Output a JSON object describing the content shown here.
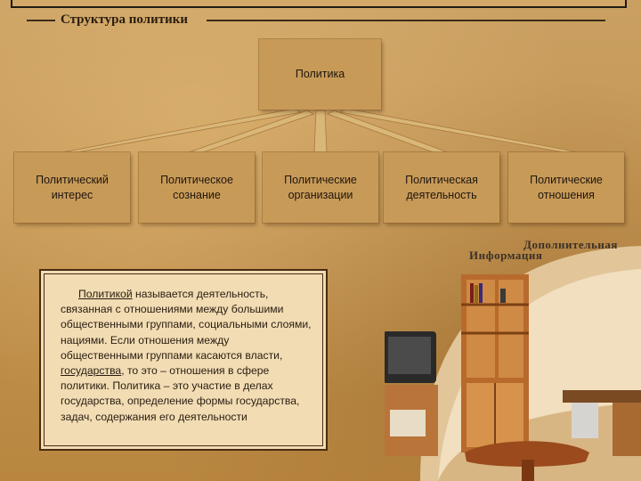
{
  "slide": {
    "title": "Структура политики"
  },
  "diagram": {
    "root": {
      "label": "Политика"
    },
    "children": [
      {
        "id": "interest",
        "label": "Политический интерес"
      },
      {
        "id": "consciousness",
        "label": "Политическое сознание"
      },
      {
        "id": "organizations",
        "label": "Политические организации"
      },
      {
        "id": "activity",
        "label": "Политическая деятельность"
      },
      {
        "id": "relations",
        "label": "Политические отношения"
      }
    ]
  },
  "definition": {
    "term": "Политикой",
    "part1": " называется деятельность, связанная с отношениями между большими общественными группами, социальными слоями, нациями. Если отношения между общественными группами касаются власти, ",
    "link": "государства",
    "part2": ", то это – отношения в сфере политики. Политика – это участие в делах государства, определение формы государства, задач, содержания его деятельности"
  },
  "extra": {
    "line1": "Дополнительная",
    "line2": "Информация"
  },
  "colors": {
    "background": "#c89a55",
    "box": "#c89a58",
    "panel": "#f1dcb3",
    "connector": "#d9b778"
  }
}
